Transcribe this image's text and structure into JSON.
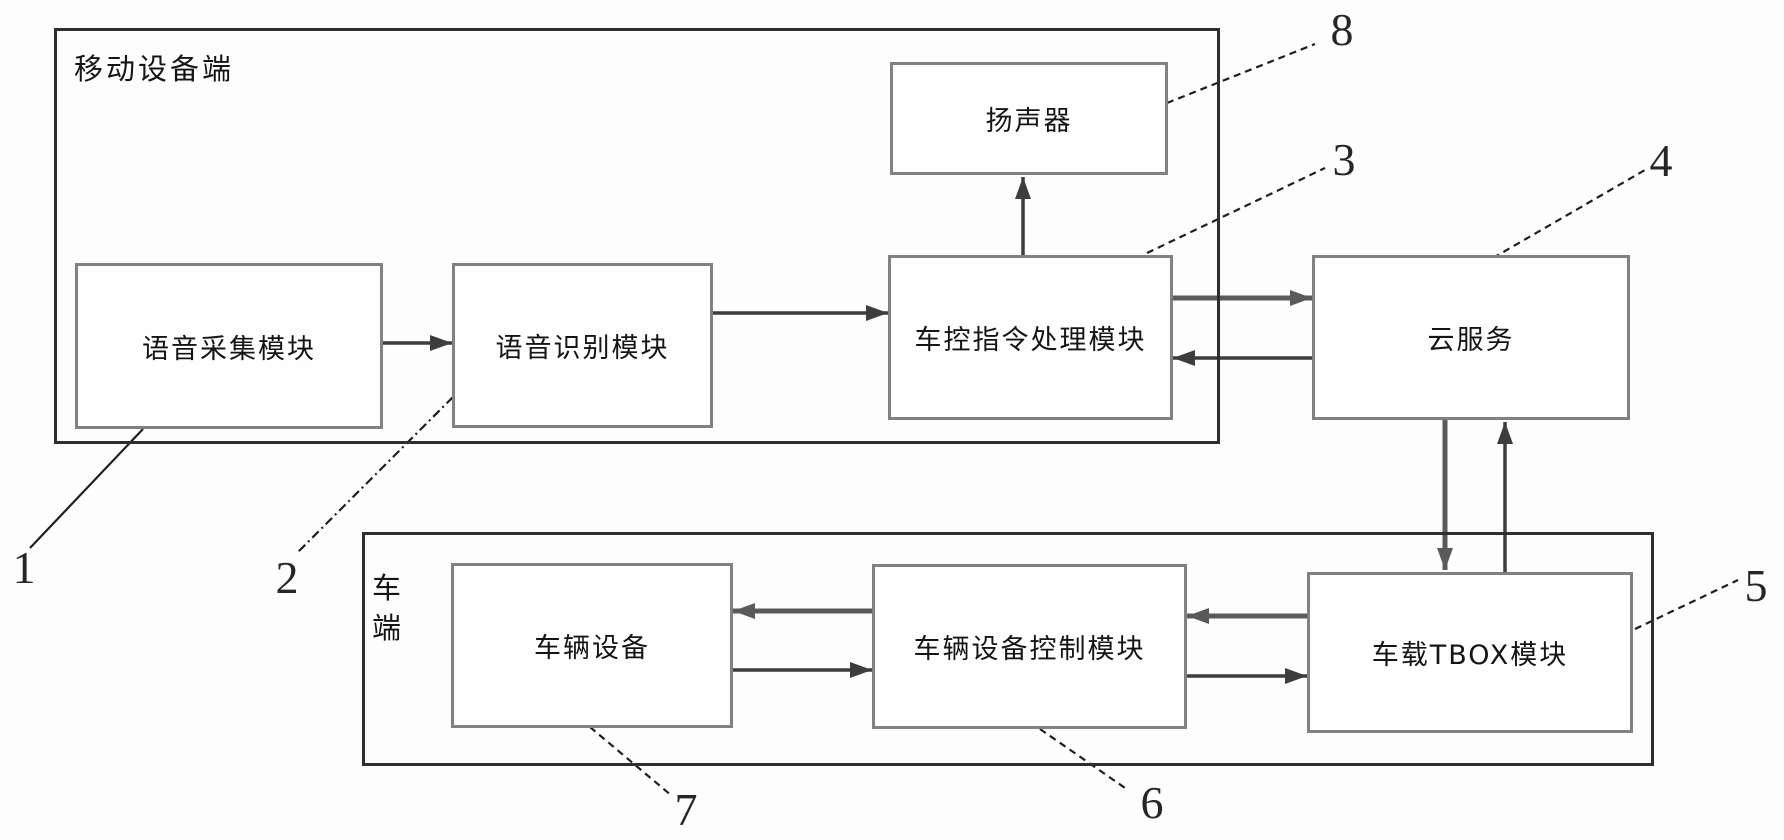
{
  "containers": {
    "mobile": {
      "label": "移动设备端"
    },
    "vehicle": {
      "label": "车端"
    }
  },
  "boxes": {
    "voice_capture": {
      "label": "语音采集模块"
    },
    "voice_recognition": {
      "label": "语音识别模块"
    },
    "command_processor": {
      "label": "车控指令处理模块"
    },
    "speaker": {
      "label": "扬声器"
    },
    "cloud_service": {
      "label": "云服务"
    },
    "tbox": {
      "label": "车载TBOX模块"
    },
    "device_controller": {
      "label": "车辆设备控制模块"
    },
    "vehicle_device": {
      "label": "车辆设备"
    }
  },
  "ref_numbers": {
    "n1": "1",
    "n2": "2",
    "n3": "3",
    "n4": "4",
    "n5": "5",
    "n6": "6",
    "n7": "7",
    "n8": "8"
  },
  "colors": {
    "bg": "#fdfdfd",
    "container_border": "#2e2e2e",
    "box_border": "#818181",
    "text": "#151515",
    "arrow": "#3d3d3d",
    "arrow_thick": "#5a5a5a",
    "leader": "#1f1f1f"
  }
}
